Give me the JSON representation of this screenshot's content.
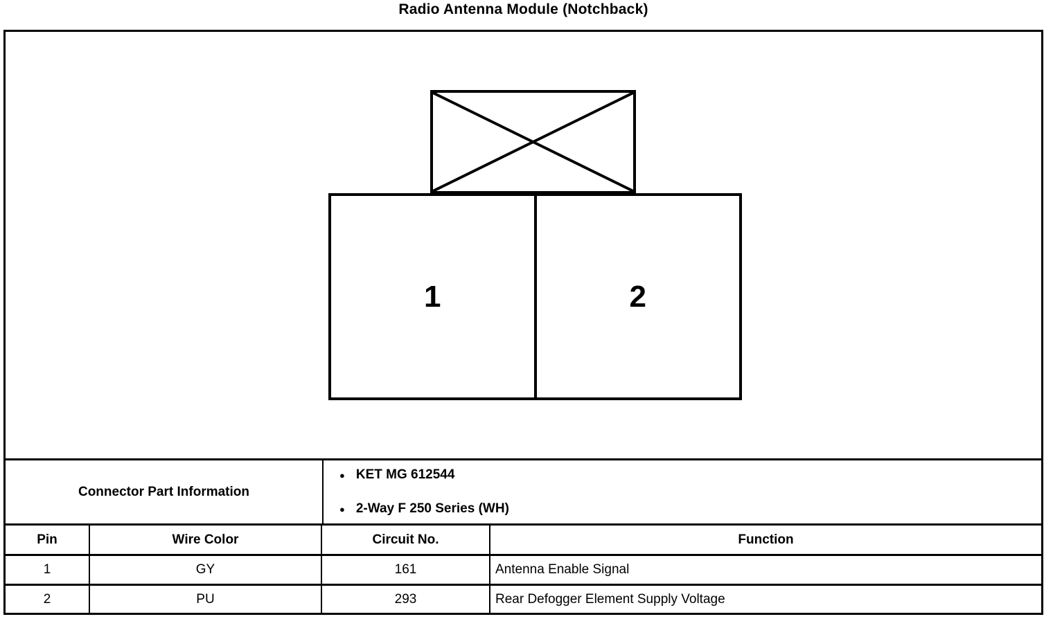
{
  "title": "Radio Antenna Module (Notchback)",
  "connector": {
    "pins": [
      "1",
      "2"
    ]
  },
  "part_info": {
    "label": "Connector Part Information",
    "bullets": [
      "KET MG 612544",
      "2-Way F 250 Series (WH)"
    ]
  },
  "table": {
    "headers": [
      "Pin",
      "Wire Color",
      "Circuit No.",
      "Function"
    ],
    "rows": [
      {
        "pin": "1",
        "wire_color": "GY",
        "circuit_no": "161",
        "function": "Antenna Enable Signal"
      },
      {
        "pin": "2",
        "wire_color": "PU",
        "circuit_no": "293",
        "function": "Rear Defogger Element Supply Voltage"
      }
    ]
  },
  "icons": {
    "bullet": "●"
  },
  "colors": {
    "line": "#000000",
    "background": "#ffffff"
  }
}
